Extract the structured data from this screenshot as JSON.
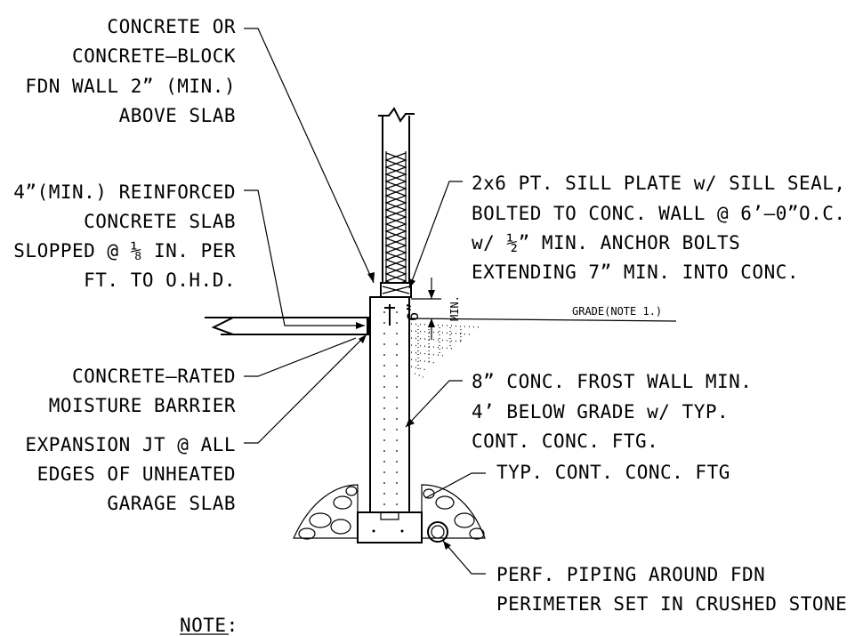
{
  "labels": {
    "fdn_wall": [
      "CONCRETE OR",
      "CONCRETE—BLOCK",
      "FDN WALL 2” (MIN.)",
      "ABOVE SLAB"
    ],
    "slab": [
      "4”(MIN.) REINFORCED",
      "CONCRETE SLAB",
      "SLOPPED @ ⅛ IN. PER",
      "FT. TO O.H.D."
    ],
    "moisture": [
      "CONCRETE—RATED",
      "MOISTURE BARRIER"
    ],
    "expansion": [
      "EXPANSION JT @ ALL",
      "EDGES OF UNHEATED",
      "GARAGE SLAB"
    ],
    "sill": [
      "2x6 PT. SILL PLATE w/ SILL SEAL,",
      "BOLTED TO CONC. WALL @ 6’—0”O.C.",
      "w/ ½” MIN. ANCHOR BOLTS",
      "EXTENDING 7” MIN. INTO CONC."
    ],
    "frost_wall": [
      "8” CONC. FROST WALL MIN.",
      "4’ BELOW GRADE w/ TYP.",
      "CONT. CONC. FTG."
    ],
    "footing": "TYP. CONT. CONC. FTG",
    "piping": [
      "PERF. PIPING AROUND FDN",
      "PERIMETER SET IN CRUSHED STONE"
    ],
    "grade": "GRADE(NOTE 1.)",
    "dim_value": "6”",
    "dim_min": "MIN.",
    "note": "NOTE:"
  },
  "colors": {
    "ink": "#000000",
    "paper": "#ffffff"
  }
}
